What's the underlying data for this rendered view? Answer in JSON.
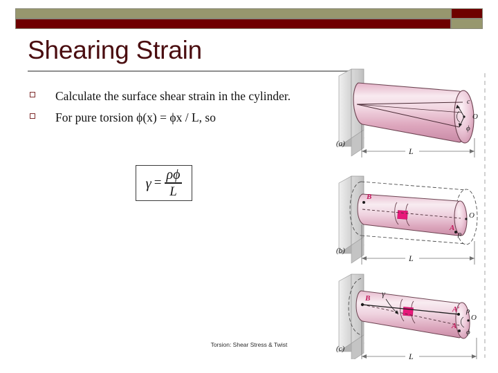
{
  "slide": {
    "title": "Shearing Strain",
    "footer": "Torsion: Shear Stress & Twist"
  },
  "colors": {
    "olive": "#97976e",
    "maroon": "#6e0000",
    "title": "#4a0d10",
    "rule": "#8e8e8e",
    "bullet_border": "#7d2b2b",
    "cylinder_light": "#f7e6ec",
    "cylinder_mid": "#e9bdcf",
    "cylinder_deep": "#cf8fab",
    "element_magenta": "#e8187a",
    "wall_light": "#e6e6e6",
    "wall_mid": "#c9c9c9",
    "wall_dark": "#a8a8a8",
    "ink": "#1a1a1a"
  },
  "header": {
    "bar_top_left_color": "olive",
    "bar_top_right_color": "maroon",
    "bar_bottom_left_color": "maroon",
    "bar_bottom_right_color": "olive"
  },
  "bullets": [
    {
      "text": "Calculate the surface shear strain in the cylinder."
    },
    {
      "text": "For pure torsion ϕ(x) = ϕx / L, so"
    }
  ],
  "equation": {
    "lhs": "γ",
    "equals": "=",
    "numerator": "ρϕ",
    "denominator": "L",
    "plain": "γ = ρϕ / L"
  },
  "figure": {
    "caption_a": "(a)",
    "caption_b": "(b)",
    "caption_c": "(c)",
    "panel_a": {
      "labels": {
        "c": "c",
        "O": "O",
        "phi": "ϕ",
        "L": "L"
      }
    },
    "panel_b": {
      "labels": {
        "B": "B",
        "A": "A",
        "O": "O",
        "rho": "ρ",
        "L": "L"
      }
    },
    "panel_c": {
      "labels": {
        "B": "B",
        "A": "A",
        "A_prime": "A′",
        "O": "O",
        "rho": "ρ",
        "phi": "ϕ",
        "gamma": "γ",
        "L": "L"
      }
    }
  }
}
